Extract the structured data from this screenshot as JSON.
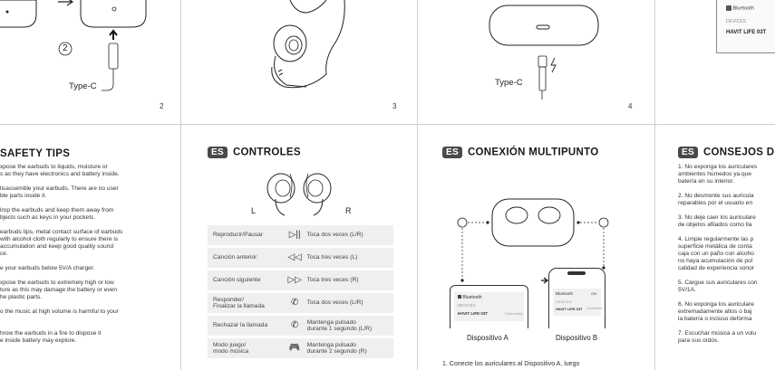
{
  "pages": {
    "p2": {
      "number": "2",
      "circled_step": "2",
      "type_c_label": "Type-C"
    },
    "p3": {
      "number": "3"
    },
    "p4": {
      "number": "4",
      "type_c_label": "Type-C"
    },
    "p5": {
      "bt_label": "Bluetooth",
      "devices_label": "DEVICES",
      "device_name": "HAVIT LIFE 03T"
    }
  },
  "safety": {
    "title": "SAFETY TIPS",
    "lines": [
      "xpose the earbuds to liquids, moisture or",
      "s as they have electronics and battery inside.",
      "",
      "lisassemble your earbuds. There are no user",
      "ble parts inside it.",
      "",
      "lrop the earbuds and keep them away from",
      "bjects such as keys in your pockets.",
      "",
      "earbuds tips, metal contact surface of earbuds",
      "with alcohol cloth regularly to ensure there is",
      "accumulation and keep good quality sound",
      "ce.",
      "",
      "e your earbuds below 5V/A charger.",
      "",
      "xpose the earbuds to extremely high or low",
      "ture as this may damage the battery or even",
      "he plastic parts.",
      "",
      "o the music at high volume is harmful to your",
      "",
      "",
      "hrow the earbuds in a fire to dispose it",
      "e inside battery may explore."
    ]
  },
  "controles": {
    "badge": "ES",
    "title": "CONTROLES",
    "left_label": "L",
    "right_label": "R",
    "rows": [
      {
        "action": "Reproducir/Pausar",
        "icon": "play-pause-icon",
        "glyph": "▷||",
        "gesture": "Toca dos veces (L/R)"
      },
      {
        "action": "Canción anterior",
        "icon": "rewind-icon",
        "glyph": "◁◁",
        "gesture": "Toca tres veces (L)"
      },
      {
        "action": "Canción siguiente",
        "icon": "fast-forward-icon",
        "glyph": "▷▷",
        "gesture": "Toca tres veces (R)"
      },
      {
        "action": "Responder/\nFinalizar la llamada",
        "icon": "call-answer-icon",
        "glyph": "✆",
        "gesture": "Toca dos veces (L/R)"
      },
      {
        "action": "Rechazar la llamada",
        "icon": "call-reject-icon",
        "glyph": "✆",
        "gesture": "Mantenga pulsado\ndurante 1 segundo (L/R)"
      },
      {
        "action": "Modo juego/\nmodo música",
        "icon": "gamepad-icon",
        "glyph": "🎮",
        "gesture": "Mantenga pulsado\ndurante 2 segundo (R)"
      }
    ]
  },
  "multipunto": {
    "badge": "ES",
    "title": "CONEXIÓN MULTIPUNTO",
    "device_a": "Dispositivo A",
    "device_b": "Dispositivo B",
    "phone_a": {
      "bt": "Bluetooth",
      "devices": "DEVICES",
      "name": "HAVIT LIFE 03T",
      "status": "Connected"
    },
    "phone_b": {
      "bt": "Bluetooth",
      "toggle": "ON",
      "devices": "DEVICES",
      "name": "HAVIT LIFE 03T",
      "status": "Connected"
    },
    "step1": "1. Conecte los auriculares al Dispositivo A, luego"
  },
  "consejos": {
    "badge": "ES",
    "title": "CONSEJOS D",
    "lines": [
      "1. No exponga los auriculares",
      "ambientes húmedos ya que",
      "batería en su interior.",
      "",
      "2. No desmonte sus auricula",
      "reparables por el usuario en",
      "",
      "3. No deje caer los auriculare",
      "de objetos afilados como lla",
      "",
      "4. Limpie regularmente las p",
      "superficie metálica de conta",
      "caja con un paño con alcoho",
      "no haya acumulación de pol",
      "calidad de experiencia sonor",
      "",
      "5. Cargue sus auriculares con",
      "5V/1A.",
      "",
      "6. No exponga los auriculare",
      "extremadamente altos o baj",
      "la batería o incluso deforma",
      "",
      "7. Escuchar música a un volu",
      "para sus oídos."
    ]
  }
}
